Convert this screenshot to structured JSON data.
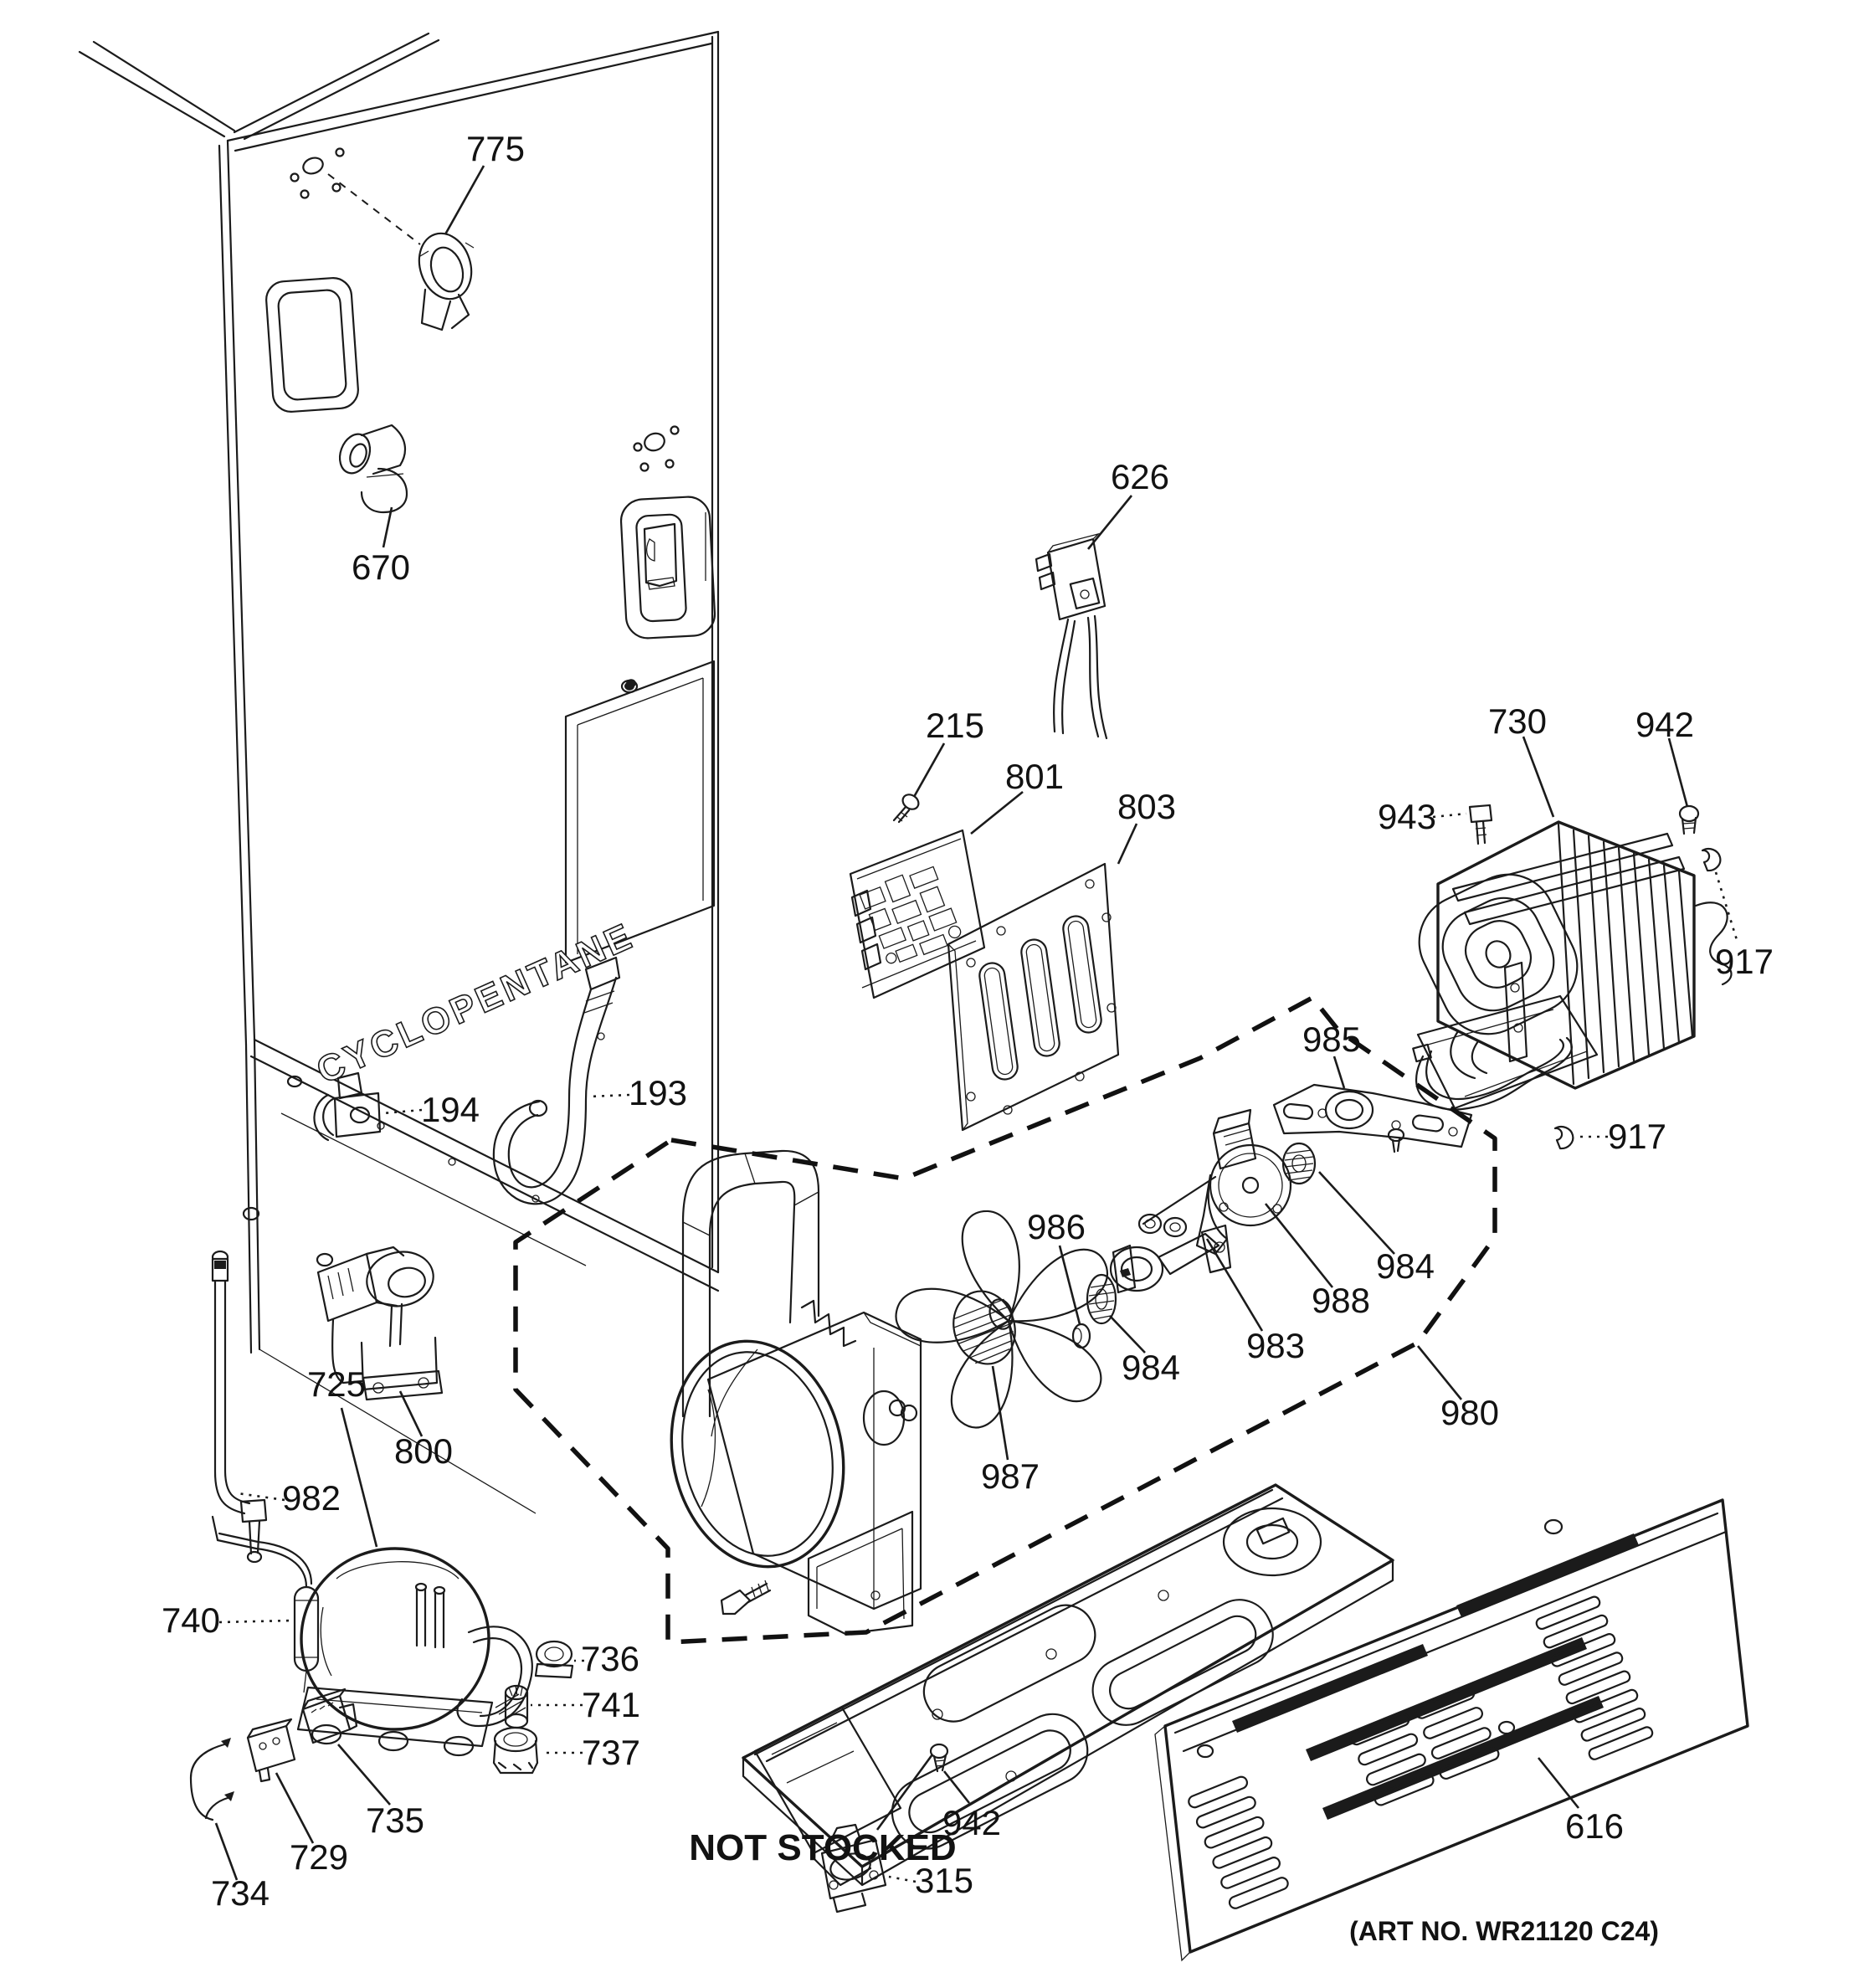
{
  "diagram": {
    "art_no": "(ART NO. WR21120 C24)",
    "not_stocked_label": "NOT STOCKED",
    "cabinet_marking": "CYCLOPENTANE",
    "callouts": [
      {
        "part": "775"
      },
      {
        "part": "670"
      },
      {
        "part": "626"
      },
      {
        "part": "215"
      },
      {
        "part": "801"
      },
      {
        "part": "803"
      },
      {
        "part": "730"
      },
      {
        "part": "942"
      },
      {
        "part": "943"
      },
      {
        "part": "917"
      },
      {
        "part": "917"
      },
      {
        "part": "985"
      },
      {
        "part": "986"
      },
      {
        "part": "984"
      },
      {
        "part": "988"
      },
      {
        "part": "983"
      },
      {
        "part": "984"
      },
      {
        "part": "980"
      },
      {
        "part": "987"
      },
      {
        "part": "194"
      },
      {
        "part": "193"
      },
      {
        "part": "800"
      },
      {
        "part": "982"
      },
      {
        "part": "725"
      },
      {
        "part": "740"
      },
      {
        "part": "736"
      },
      {
        "part": "741"
      },
      {
        "part": "737"
      },
      {
        "part": "735"
      },
      {
        "part": "729"
      },
      {
        "part": "734"
      },
      {
        "part": "942"
      },
      {
        "part": "315"
      },
      {
        "part": "616"
      }
    ]
  }
}
